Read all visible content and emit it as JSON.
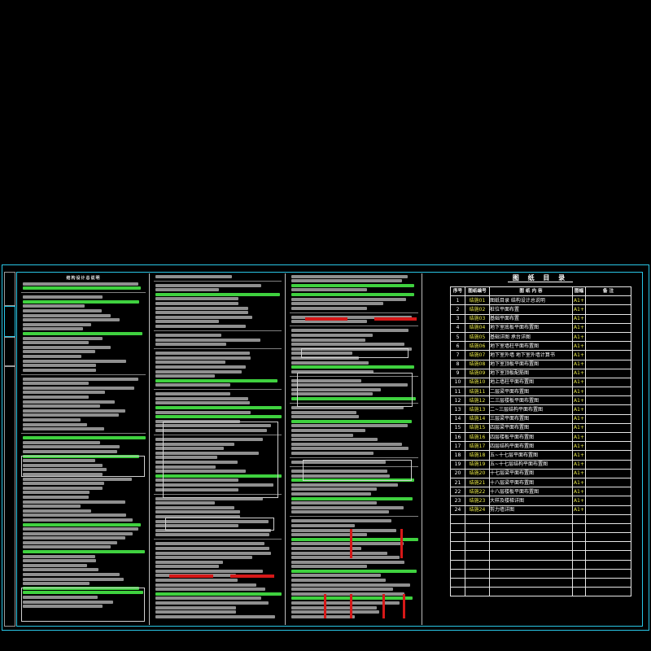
{
  "catalog": {
    "title": "图 纸 目 录",
    "headers": [
      "序号",
      "图纸编号",
      "图 纸 内 容",
      "图幅",
      "备 注"
    ],
    "rows": [
      {
        "no": "1",
        "code": "结施01",
        "content": "图纸目录  结构设计总说明",
        "size": "A1+"
      },
      {
        "no": "2",
        "code": "结施02",
        "content": "桩位平面布置",
        "size": "A1+"
      },
      {
        "no": "3",
        "code": "结施03",
        "content": "基础平面布置",
        "size": "A1+"
      },
      {
        "no": "4",
        "code": "结施04",
        "content": "地下室底板平面布置图",
        "size": "A1+"
      },
      {
        "no": "5",
        "code": "结施05",
        "content": "基础详图  承台详图",
        "size": "A1+"
      },
      {
        "no": "6",
        "code": "结施06",
        "content": "地下室墙柱平面布置图",
        "size": "A1+"
      },
      {
        "no": "7",
        "code": "结施07",
        "content": "地下室外墙 地下室外墙计算书",
        "size": "A1+"
      },
      {
        "no": "8",
        "code": "结施08",
        "content": "地下室顶板平面布置图",
        "size": "A1+"
      },
      {
        "no": "9",
        "code": "结施09",
        "content": "地下室顶板配筋图",
        "size": "A1+"
      },
      {
        "no": "10",
        "code": "结施10",
        "content": "地上墙柱平面布置图",
        "size": "A1+"
      },
      {
        "no": "11",
        "code": "结施11",
        "content": "二层梁平面布置图",
        "size": "A1+"
      },
      {
        "no": "12",
        "code": "结施12",
        "content": "二三层楼板平面布置图",
        "size": "A1+"
      },
      {
        "no": "13",
        "code": "结施13",
        "content": "二~三层结构平面布置图",
        "size": "A1+"
      },
      {
        "no": "14",
        "code": "结施14",
        "content": "三层梁平面布置图",
        "size": "A1+"
      },
      {
        "no": "15",
        "code": "结施15",
        "content": "四层梁平面布置图",
        "size": "A1+"
      },
      {
        "no": "16",
        "code": "结施16",
        "content": "四层楼板平面布置图",
        "size": "A1+"
      },
      {
        "no": "17",
        "code": "结施17",
        "content": "四层结构平面布置图",
        "size": "A1+"
      },
      {
        "no": "18",
        "code": "结施18",
        "content": "五~十七层平面布置图",
        "size": "A1+"
      },
      {
        "no": "19",
        "code": "结施19",
        "content": "五~十七层结构平面布置图",
        "size": "A1+"
      },
      {
        "no": "20",
        "code": "结施20",
        "content": "十七层梁平面布置图",
        "size": "A1+"
      },
      {
        "no": "21",
        "code": "结施21",
        "content": "十八层梁平面布置图",
        "size": "A1+"
      },
      {
        "no": "22",
        "code": "结施22",
        "content": "十八层楼板平面布置图",
        "size": "A1+"
      },
      {
        "no": "23",
        "code": "结施23",
        "content": "大样及楼梯详图",
        "size": "A1+"
      },
      {
        "no": "24",
        "code": "结施24",
        "content": "剪力墙详图",
        "size": "A1+"
      }
    ],
    "empty_rows": 9
  },
  "notes": {
    "title": "结构设计总说明"
  },
  "colors": {
    "frame": "#29c6e6",
    "code_text": "#e8e848",
    "highlight": "#3fd13f",
    "rebar": "#d61818"
  }
}
